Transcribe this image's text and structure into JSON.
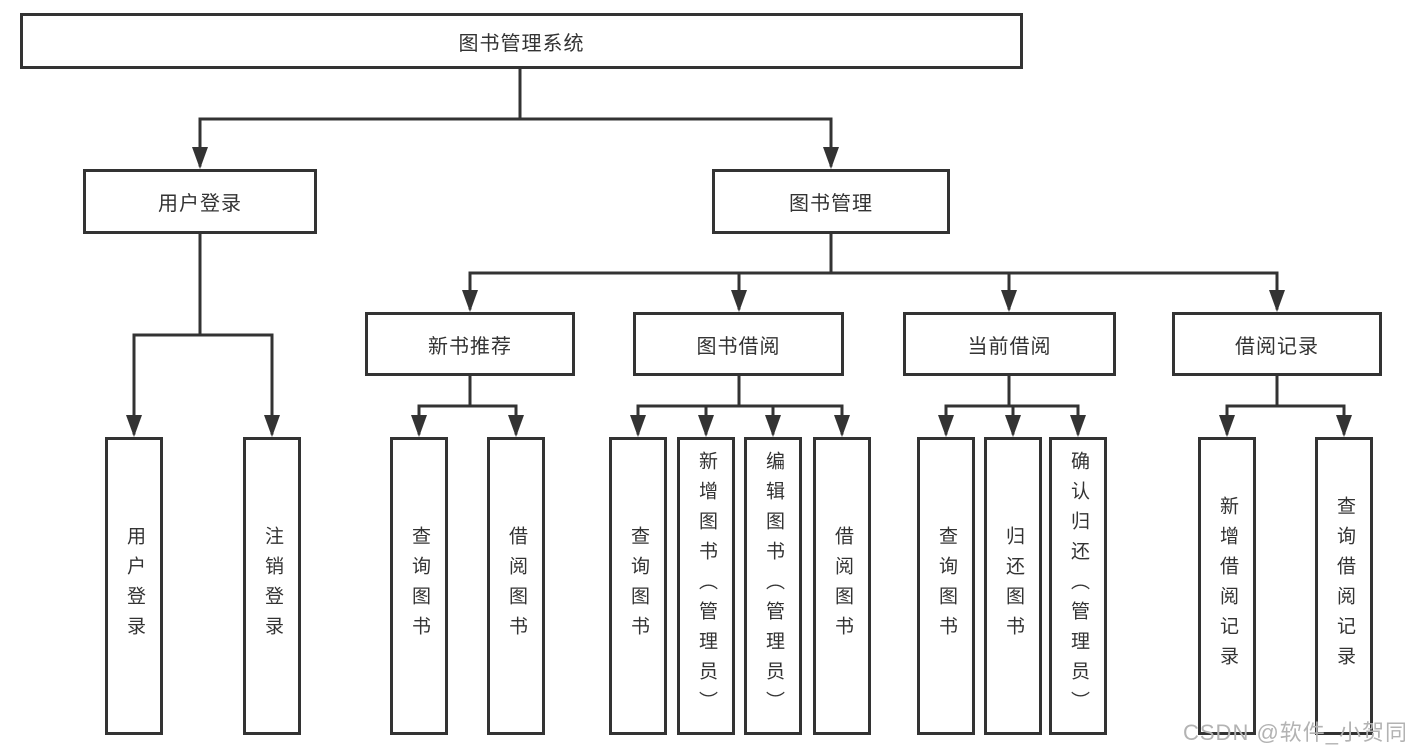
{
  "colors": {
    "line": "#333333",
    "text": "#333333",
    "box_background": "#ffffff",
    "page_background": "#ffffff",
    "watermark": "#b3b3b3"
  },
  "tree": {
    "root": {
      "label": "图书管理系统"
    },
    "branches": [
      {
        "label": "用户登录",
        "children": [
          {
            "label": "用户登录"
          },
          {
            "label": "注销登录"
          }
        ]
      },
      {
        "label": "图书管理",
        "groups": [
          {
            "label": "新书推荐",
            "children": [
              {
                "label": "查询图书"
              },
              {
                "label": "借阅图书"
              }
            ]
          },
          {
            "label": "图书借阅",
            "children": [
              {
                "label": "查询图书"
              },
              {
                "label": "新增图书（管理员）"
              },
              {
                "label": "编辑图书（管理员）"
              },
              {
                "label": "借阅图书"
              }
            ]
          },
          {
            "label": "当前借阅",
            "children": [
              {
                "label": "查询图书"
              },
              {
                "label": "归还图书"
              },
              {
                "label": "确认归还（管理员）"
              }
            ]
          },
          {
            "label": "借阅记录",
            "children": [
              {
                "label": "新增借阅记录"
              },
              {
                "label": "查询借阅记录"
              }
            ]
          }
        ]
      }
    ]
  },
  "watermark": {
    "text": "CSDN @软件_小贺同学"
  }
}
